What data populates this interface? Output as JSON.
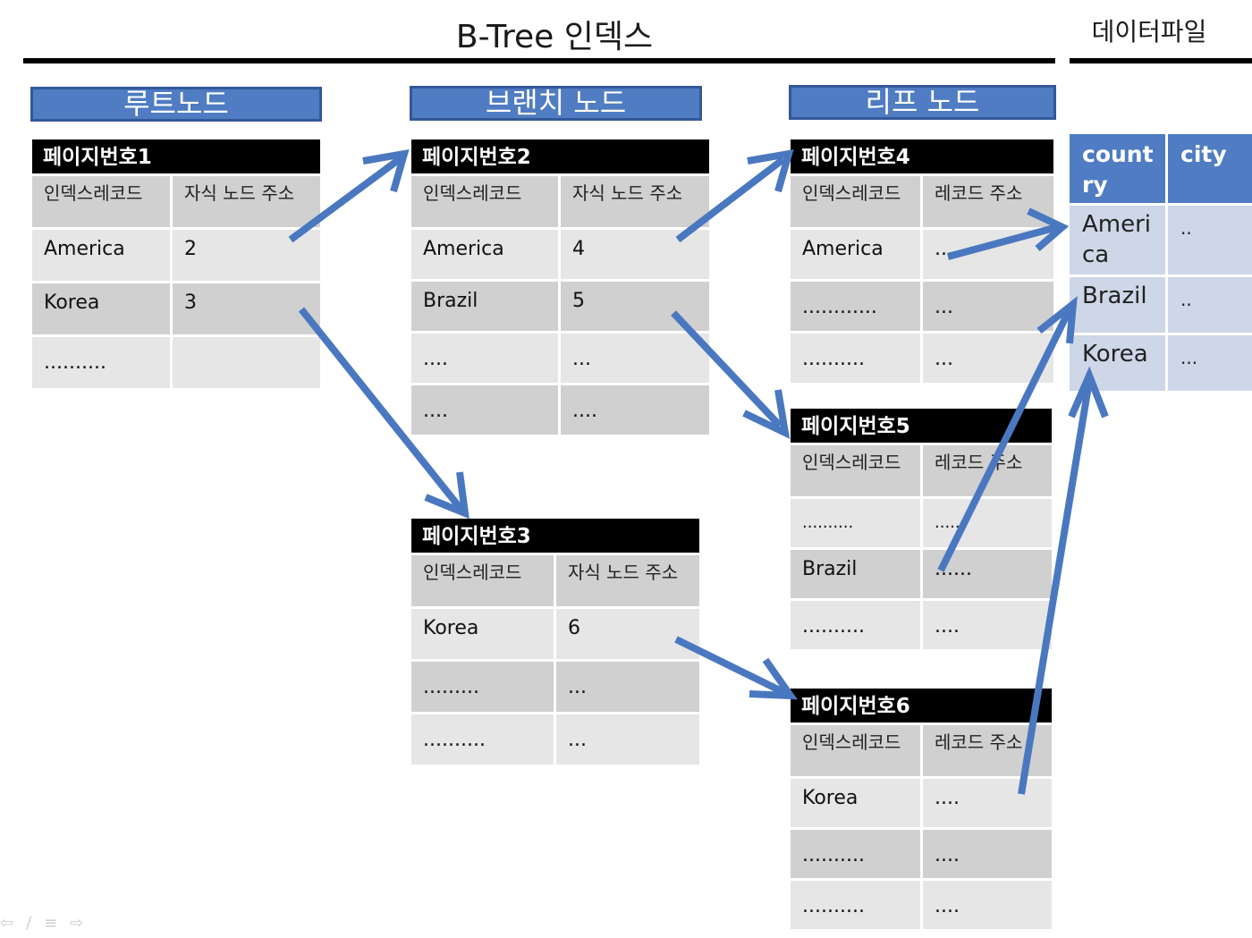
{
  "title": "B-Tree 인덱스",
  "title_right": "데이터파일",
  "banners": {
    "root": "루트노드",
    "branch": "브랜치 노드",
    "leaf": "리프 노드"
  },
  "nodes": {
    "p1": {
      "header": "페이지번호1",
      "col1": "인덱스레코드",
      "col2": "자식 노드 주소",
      "rows": [
        [
          "America",
          "2"
        ],
        [
          "Korea",
          "3"
        ],
        [
          "..........",
          ""
        ]
      ]
    },
    "p2": {
      "header": "페이지번호2",
      "col1": "인덱스레코드",
      "col2": "자식 노드 주소",
      "rows": [
        [
          "America",
          "4"
        ],
        [
          "Brazil",
          "5"
        ],
        [
          "....",
          "..."
        ],
        [
          "....",
          "...."
        ]
      ]
    },
    "p3": {
      "header": "페이지번호3",
      "col1": "인덱스레코드",
      "col2": "자식 노드 주소",
      "rows": [
        [
          "Korea",
          "6"
        ],
        [
          ".........",
          "..."
        ],
        [
          "..........",
          "..."
        ]
      ]
    },
    "p4": {
      "header": "페이지번호4",
      "col1": "인덱스레코드",
      "col2": "레코드 주소",
      "rows": [
        [
          "America",
          "..."
        ],
        [
          "............",
          "..."
        ],
        [
          "..........",
          "..."
        ]
      ]
    },
    "p5": {
      "header": "페이지번호5",
      "col1": "인덱스레코드",
      "col2": "레코드 주소",
      "rows": [
        [
          "..........",
          "....."
        ],
        [
          "Brazil",
          "......"
        ],
        [
          "..........",
          "...."
        ]
      ]
    },
    "p6": {
      "header": "페이지번호6",
      "col1": "인덱스레코드",
      "col2": "레코드 주소",
      "rows": [
        [
          "Korea",
          "...."
        ],
        [
          "..........",
          "...."
        ],
        [
          "..........",
          "...."
        ]
      ]
    }
  },
  "datafile": {
    "col1": "count ry",
    "col2": "city",
    "rows": [
      [
        "Ameri ca",
        ".."
      ],
      [
        "Brazil",
        ".."
      ],
      [
        "Korea",
        "..."
      ]
    ]
  },
  "colors": {
    "accent": "#4f7cc2",
    "banner_border": "#33589a",
    "arrow": "#4a78c0",
    "header_bg": "#000000",
    "cell_dark": "#d0d0d0",
    "cell_light": "#e6e6e6",
    "file_cell": "#cdd7e8"
  },
  "icons": [
    "arrow-left-icon",
    "pen-icon",
    "menu-icon",
    "arrow-right-icon"
  ]
}
